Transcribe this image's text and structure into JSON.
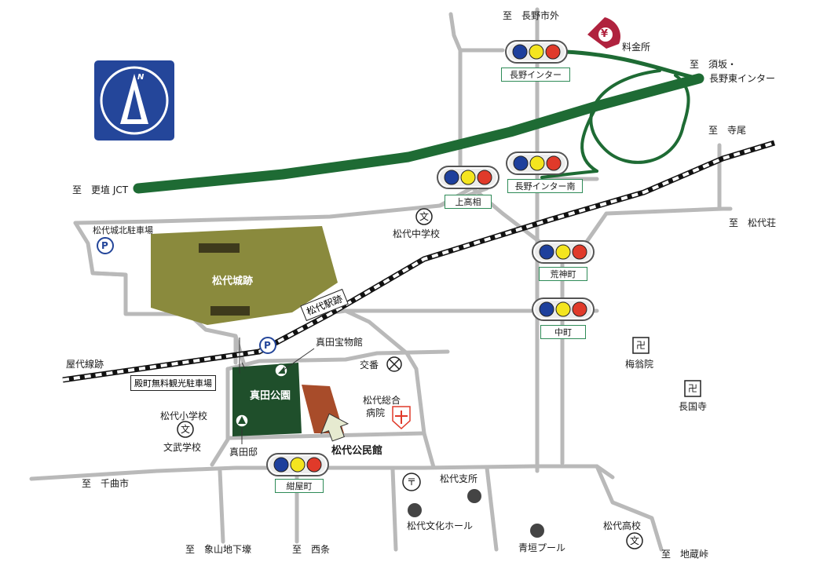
{
  "directions": {
    "nagano_city": "至　長野市外",
    "suzaka": "至　須坂・",
    "suzaka2": "長野東インター",
    "terao": "至　寺尾",
    "koshoku_jct": "至　更埴 JCT",
    "matsushiro_so": "至　松代荘",
    "chikuma": "至　千曲市",
    "zozan": "至　象山地下壕",
    "saijo": "至　西条",
    "jizo": "至　地蔵峠"
  },
  "signals": {
    "nagano_ic": "長野インター",
    "nagano_ic_south": "長野インター南",
    "kami_takasu": "上高相",
    "arajinmachi": "荒神町",
    "nakamachi": "中町",
    "konyamachi": "紺屋町"
  },
  "places": {
    "tollgate": "料金所",
    "toll_symbol": "¥",
    "north_mark": "N",
    "castle_parking": "松代城北駐車場",
    "castle_ruins": "松代城跡",
    "jhs": "松代中学校",
    "station_ruins": "松代駅跡",
    "yashiro_line": "屋代線跡",
    "free_parking": "殿町無料観光駐車場",
    "treasure_museum": "真田宝物館",
    "police_box": "交番",
    "sanada_park": "真田公園",
    "hospital1": "松代総合",
    "hospital2": "病院",
    "elementary1": "松代小学校",
    "elementary2": "文武学校",
    "sanada_residence": "真田邸",
    "community_hall": "松代公民館",
    "branch_office": "松代支所",
    "culture_hall": "松代文化ホール",
    "aogaki_pool": "青垣プール",
    "high_school": "松代高校",
    "baiouin": "梅翁院",
    "chokokuji": "長国寺",
    "parking_symbol": "P",
    "school_symbol": "文",
    "temple_symbol": "卍",
    "postal_symbol": "〒"
  },
  "colors": {
    "expressway": "#1e6b34",
    "castle": "#8a8a3d",
    "park": "#1f4f2b",
    "hall": "#a84c2a",
    "road": "#b9b9b9",
    "north_bg": "#24469a",
    "signal_red": "#e03a2a",
    "signal_yellow": "#f4e51f",
    "signal_blue": "#1d3f9c"
  }
}
